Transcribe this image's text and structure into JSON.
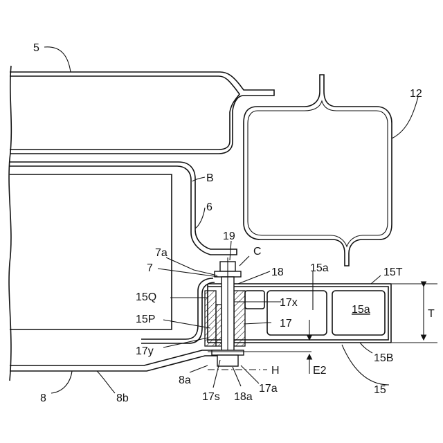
{
  "labels": {
    "l5": "5",
    "l12": "12",
    "lB": "B",
    "l6": "6",
    "l19": "19",
    "l7a": "7a",
    "lC": "C",
    "l7": "7",
    "l18": "18",
    "l15a_top": "15a",
    "l15T": "15T",
    "l15Q": "15Q",
    "l17x": "17x",
    "l15a_box": "15a",
    "lT": "T",
    "l15P": "15P",
    "l17": "17",
    "l17y": "17y",
    "l15B": "15B",
    "lH": "H",
    "lE2": "E2",
    "l8a": "8a",
    "l17a": "17a",
    "l15": "15",
    "l8": "8",
    "l8b": "8b",
    "l17s": "17s",
    "l18a": "18a"
  }
}
